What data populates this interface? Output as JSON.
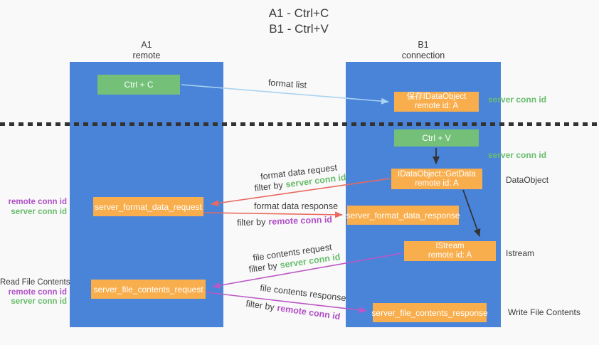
{
  "title": {
    "line1": "A1 - Ctrl+C",
    "line2": "B1 - Ctrl+V"
  },
  "columns": {
    "a": {
      "name": "A1",
      "role": "remote"
    },
    "b": {
      "name": "B1",
      "role": "connection"
    }
  },
  "nodes": {
    "ctrl_c": "Ctrl + C",
    "ctrl_v": "Ctrl + V",
    "save_dataobject": {
      "line1": "保存IDataObject",
      "line2": "remote id: A"
    },
    "getdata": {
      "line1": "IDataObject::GetData",
      "line2": "remote id: A"
    },
    "istream": {
      "line1": "IStream",
      "line2": "remote id: A"
    },
    "format_request": "server_format_data_request",
    "format_response": "server_format_data_response",
    "file_request": "server_file_contents_request",
    "file_response": "server_file_contents_response"
  },
  "annotations": {
    "server_conn_id_top": "server conn id",
    "server_conn_id_mid": "server conn id",
    "dataobject": "DataObject",
    "istream": "Istream",
    "write_file_contents": "Write File Contents",
    "read_file_contents": "Read File Contents",
    "remote_conn_id": "remote conn id",
    "server_conn_id": "server conn id"
  },
  "arrow_labels": {
    "format_list": "format list",
    "format_data_request": "format data request",
    "format_data_response": "format data response",
    "file_contents_request": "file contents request",
    "file_contents_response": "file contents response",
    "filter_by": "filter by",
    "server_conn_id": "server conn id",
    "remote_conn_id": "remote conn id"
  },
  "colors": {
    "background": "#f9f9f9",
    "column_blue": "#4a84d9",
    "node_green": "#74c078",
    "node_orange": "#f9ae4d",
    "arrow_light_blue": "#a9d3f2",
    "arrow_red": "#e8695e",
    "arrow_magenta": "#bb58c6",
    "arrow_black": "#333333",
    "text_green": "#68bd6c",
    "text_purple": "#b04fc6",
    "text_dark": "#3a3a3a"
  }
}
